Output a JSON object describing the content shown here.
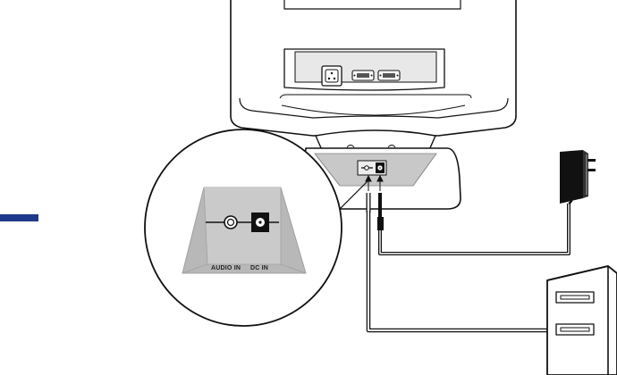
{
  "page": {
    "section_tab_color": "#1f3a8a"
  },
  "detail_callout": {
    "audio_in_label": "AUDIO IN",
    "dc_in_label": "DC IN",
    "panel_color": "#b8b8b8"
  },
  "devices": {
    "monitor": "monitor-rear-view",
    "ac_adapter": "power-adapter-icon",
    "computer": "computer-tower-icon"
  },
  "connectors": {
    "monitor_ports": [
      "power-inlet-icon",
      "signal-port-icon",
      "signal-port-icon"
    ],
    "base_ports": [
      "audio-in-jack-icon",
      "dc-in-jack-icon"
    ]
  }
}
